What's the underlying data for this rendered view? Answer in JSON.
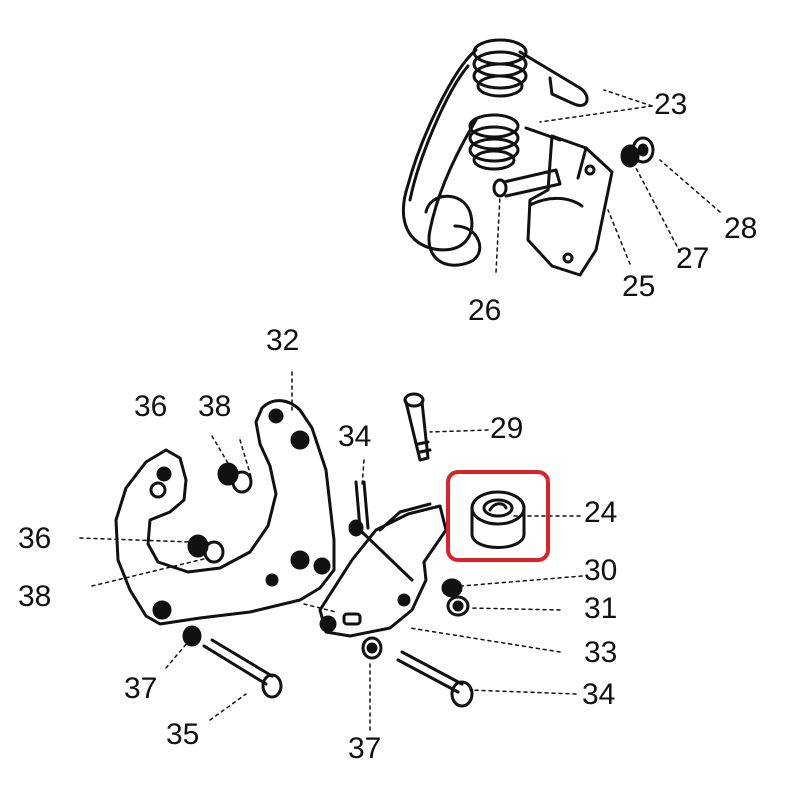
{
  "diagram": {
    "highlight_color": "#d8232a",
    "ink_color": "#111111",
    "highlighted_part": "24",
    "labels": {
      "p23": "23",
      "p28": "28",
      "p27": "27",
      "p25": "25",
      "p26": "26",
      "p32": "32",
      "p36a": "36",
      "p38a": "38",
      "p34a": "34",
      "p29": "29",
      "p24": "24",
      "p36b": "36",
      "p30": "30",
      "p38b": "38",
      "p31": "31",
      "p33": "33",
      "p37a": "37",
      "p34b": "34",
      "p35": "35",
      "p37b": "37"
    }
  }
}
